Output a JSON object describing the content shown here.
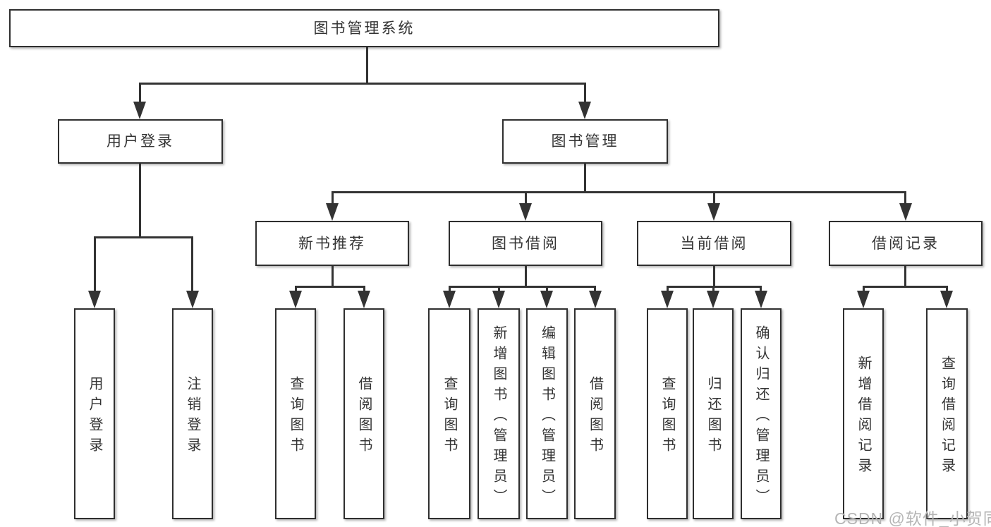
{
  "diagram_type": "hierarchy-tree",
  "tree": {
    "root": {
      "label": "图书管理系统",
      "children": [
        {
          "label": "用户登录",
          "children": [
            {
              "label": "用户登录"
            },
            {
              "label": "注销登录"
            }
          ]
        },
        {
          "label": "图书管理",
          "children": [
            {
              "label": "新书推荐",
              "children": [
                {
                  "label": "查询图书"
                },
                {
                  "label": "借阅图书"
                }
              ]
            },
            {
              "label": "图书借阅",
              "children": [
                {
                  "label": "查询图书"
                },
                {
                  "label": "新增图书（管理员）"
                },
                {
                  "label": "编辑图书（管理员）"
                },
                {
                  "label": "借阅图书"
                }
              ]
            },
            {
              "label": "当前借阅",
              "children": [
                {
                  "label": "查询图书"
                },
                {
                  "label": "归还图书"
                },
                {
                  "label": "确认归还（管理员）"
                }
              ]
            },
            {
              "label": "借阅记录",
              "children": [
                {
                  "label": "新增借阅记录"
                },
                {
                  "label": "查询借阅记录"
                }
              ]
            }
          ]
        }
      ]
    }
  },
  "watermark": {
    "text": "CSDN @软件_小贺同学"
  },
  "colors": {
    "line": "#333333",
    "border": "#2f2f2f",
    "text": "#333333",
    "watermark": "#b5b5b5",
    "background": "#ffffff"
  }
}
